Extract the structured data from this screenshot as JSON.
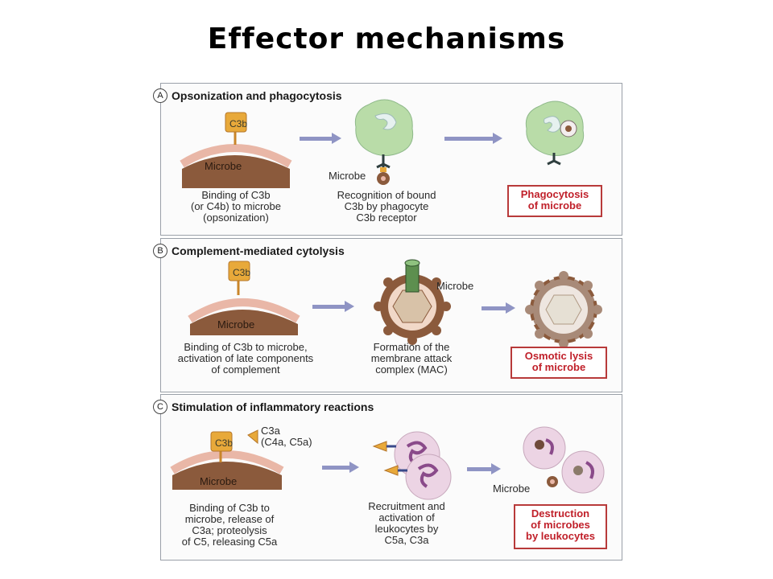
{
  "title": "Effector mechanisms",
  "panels": [
    {
      "letter": "A",
      "heading": "Opsonization and phagocytosis",
      "c3b_tag": "C3b",
      "microbe_label": "Microbe",
      "microbe_pointer": "Microbe",
      "captions": [
        "Binding of C3b\n(or C4b) to microbe\n(opsonization)",
        "Recognition of bound\nC3b by phagocyte\nC3b receptor"
      ],
      "result": "Phagocytosis\nof microbe"
    },
    {
      "letter": "B",
      "heading": "Complement-mediated cytolysis",
      "c3b_tag": "C3b",
      "microbe_label": "Microbe",
      "microbe_pointer": "Microbe",
      "captions": [
        "Binding of C3b to microbe,\nactivation of late components\nof complement",
        "Formation of the\nmembrane attack\ncomplex (MAC)"
      ],
      "result": "Osmotic lysis\nof microbe"
    },
    {
      "letter": "C",
      "heading": "Stimulation of inflammatory reactions",
      "c3b_tag": "C3b",
      "c3a_label": "C3a\n(C4a, C5a)",
      "microbe_label": "Microbe",
      "microbe_pointer": "Microbe",
      "captions": [
        "Binding of C3b to\nmicrobe, release of\nC3a; proteolysis\nof C5, releasing C5a",
        "Recruitment and\nactivation of\nleukocytes by\nC5a, C3a"
      ],
      "result": "Destruction\nof microbes\nby leukocytes"
    }
  ],
  "colors": {
    "panel_border": "#9aa0a8",
    "result_border": "#b83a3a",
    "result_text": "#c0202a",
    "microbe_surface": "#8b5a3c",
    "c3b_fill": "#e8a93a",
    "arrow": "#8f94c4",
    "phagocyte": "#b9dca8",
    "leukocyte": "#ecd4e4"
  }
}
